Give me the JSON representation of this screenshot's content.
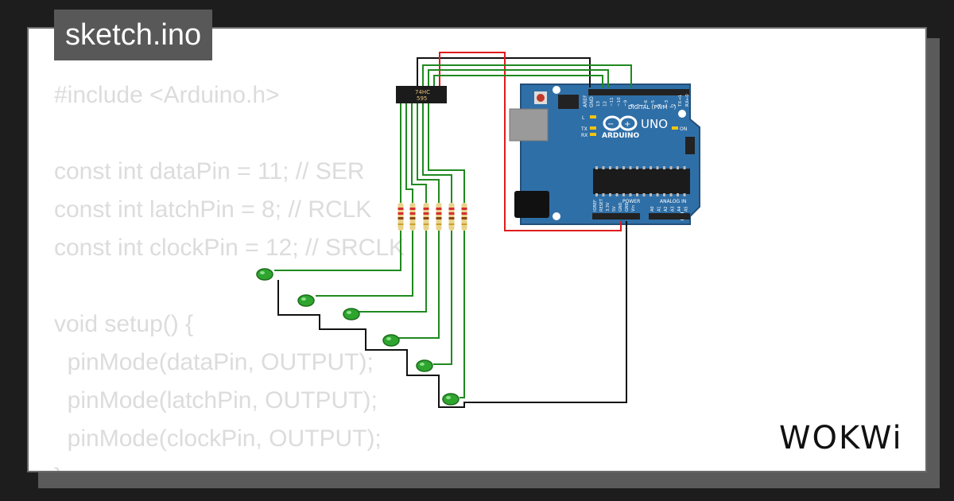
{
  "window": {
    "title": "sketch.ino"
  },
  "code_lines": [
    "#include <Arduino.h>",
    "",
    "const int dataPin = 11; // SER",
    "const int latchPin = 8; // RCLK",
    "const int clockPin = 12; // SRCLK",
    "",
    "void setup() {",
    "  pinMode(dataPin, OUTPUT);",
    "  pinMode(latchPin, OUTPUT);",
    "  pinMode(clockPin, OUTPUT);",
    "}"
  ],
  "chip": {
    "line1": "74HC",
    "line2": "595"
  },
  "board": {
    "uno_label": "UNO",
    "brand_label": "ARDUINO",
    "digital_header": "DIGITAL (PWM ~)",
    "power_header": "POWER",
    "analog_header": "ANALOG IN",
    "aref": "AREF",
    "gnd": "GND",
    "pins_top": [
      "13",
      "12",
      "~11",
      "~10",
      "~9",
      "8",
      "7",
      "~6",
      "~5",
      "4",
      "~3",
      "2",
      "TX→1",
      "RX←0"
    ],
    "led_l": "L",
    "led_tx": "TX",
    "led_rx": "RX",
    "led_on": "ON",
    "power_pins": [
      "IOREF",
      "RESET",
      "3.3V",
      "5V",
      "GND",
      "GND",
      "Vin"
    ],
    "analog_pins": [
      "A0",
      "A1",
      "A2",
      "A3",
      "A4",
      "A5"
    ]
  },
  "branding": {
    "logo": "WOKWi"
  },
  "colors": {
    "wire_red": "#e01b1b",
    "wire_green": "#1f8a1f",
    "wire_black": "#111111",
    "board_blue": "#2f6fa7",
    "led_green": "#2fa52f",
    "title_bg": "#585858"
  }
}
